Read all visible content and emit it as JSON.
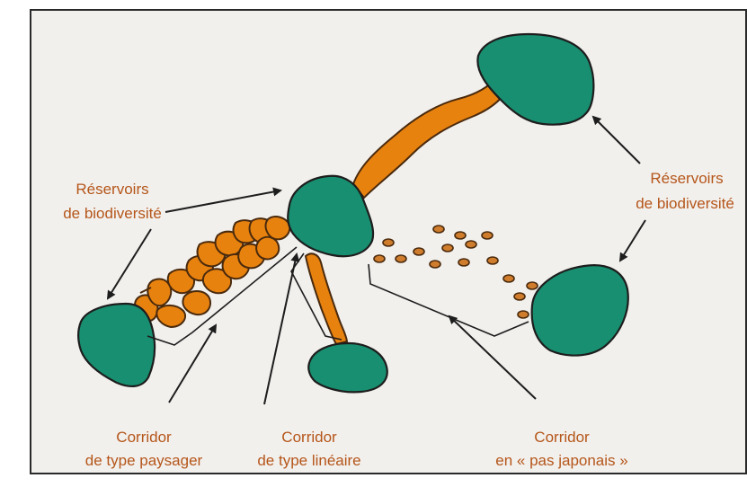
{
  "labels": {
    "reservoirs_left_line1": "Réservoirs",
    "reservoirs_left_line2": "de biodiversité",
    "reservoirs_right_line1": "Réservoirs",
    "reservoirs_right_line2": "de biodiversité",
    "corridor_paysager_line1": "Corridor",
    "corridor_paysager_line2": "de type paysager",
    "corridor_lineaire_line1": "Corridor",
    "corridor_lineaire_line2": "de type linéaire",
    "corridor_pas_japonais_line1": "Corridor",
    "corridor_pas_japonais_line2": "en « pas japonais »"
  },
  "colors": {
    "background": "#f2f0ed",
    "reservoir": "#188f70",
    "corridor": "#e8820f",
    "label_text": "#b5561a",
    "outline": "#1d1d1d"
  }
}
